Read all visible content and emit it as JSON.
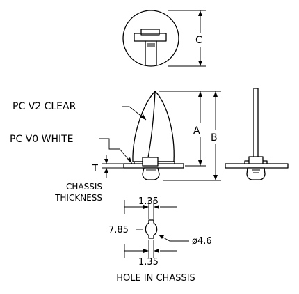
{
  "labels": {
    "material_top": "PC V2 CLEAR",
    "material_base": "PC V0 WHITE",
    "dim_a": "A",
    "dim_b": "B",
    "dim_c": "C",
    "dim_t": "T",
    "chassis_thickness_line1": "CHASSIS",
    "chassis_thickness_line2": "THICKNESS",
    "hole_width_top": "1.35",
    "hole_width_bottom": "1.35",
    "hole_height": "7.85",
    "hole_diameter": "ø4.6",
    "hole_caption": "HOLE IN CHASSIS"
  }
}
